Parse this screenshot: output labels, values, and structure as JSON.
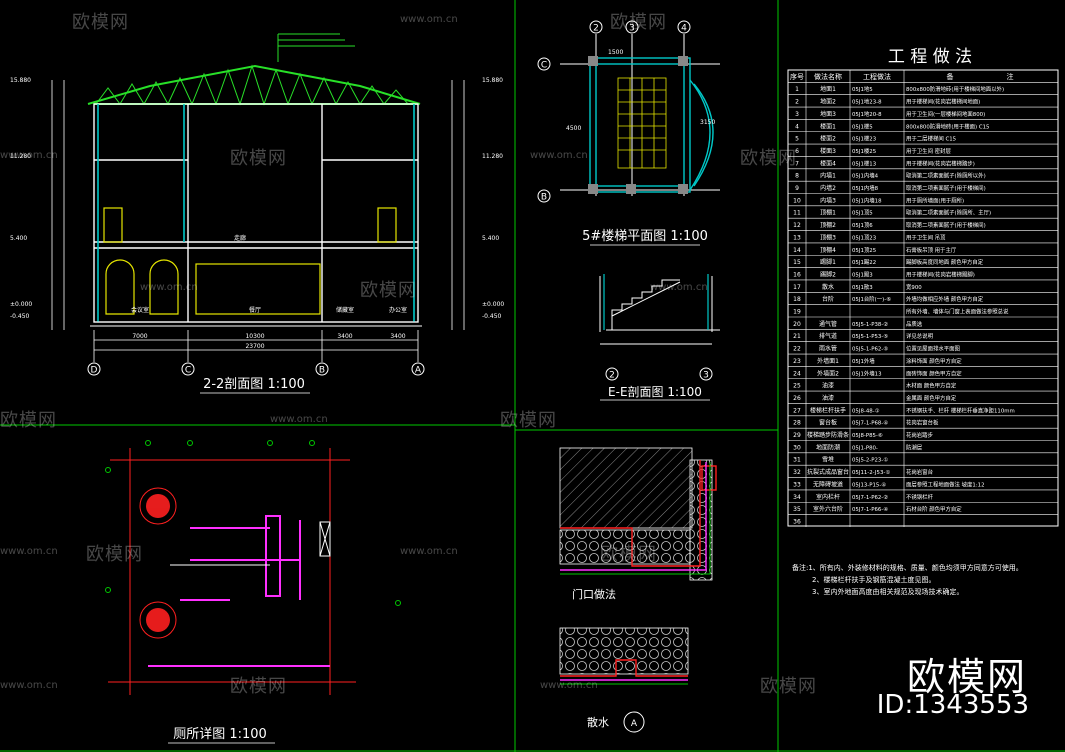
{
  "colors": {
    "bg": "#000000",
    "frame": "#00c800",
    "roof": "#28e028",
    "line": "#ffffff",
    "yellow": "#e6e600",
    "cyan": "#00c8c8",
    "red": "#ff2020",
    "magenta": "#ff30ff",
    "orange": "#ff9a30"
  },
  "titles": {
    "section": "2-2剖面图 1:100",
    "stair": "5#楼梯平面图 1:100",
    "ee": "E-E剖面图 1:100",
    "toilet": "厕所详图 1:100",
    "door": "门口做法",
    "drain": "散水"
  },
  "watermarks": {
    "brand": "欧模网",
    "url": "www.om.cn"
  },
  "branding": {
    "name": "欧模网",
    "id": "ID:1343553"
  },
  "axes": {
    "section": [
      "D",
      "C",
      "B",
      "A"
    ],
    "stair_top": [
      "2",
      "3",
      "4"
    ],
    "stair_side": [
      "C",
      "B"
    ],
    "ee": [
      "2",
      "3"
    ],
    "drain": "A"
  },
  "dims": {
    "section_bottom": [
      "7000",
      "10300",
      "3400",
      "3400"
    ],
    "section_total": "23700",
    "levels": [
      "15.880",
      "11.280",
      "5.400",
      "±0.000",
      "-0.450"
    ],
    "stair": [
      "1500",
      "3150",
      "4500"
    ]
  },
  "rooms": {
    "section": [
      "会议室",
      "餐厅",
      "储藏室",
      "办公室",
      "走廊"
    ]
  },
  "spec": {
    "title": "工 程 做 法",
    "headers": [
      "序号",
      "做法名称",
      "工程做法",
      "备",
      "注"
    ],
    "rows": [
      [
        "1",
        "地面1",
        "05J1地5",
        "800x800防滑地砖(用于楼梯间地面以外)"
      ],
      [
        "2",
        "地面2",
        "05J1地23-8",
        "用于楼梯间(花岗岩楼梯间地面)"
      ],
      [
        "3",
        "地面3",
        "05J1地20-8",
        "用于卫生间(一层楼梯间地面800)"
      ],
      [
        "4",
        "楼面1",
        "05J1楼5",
        "800x800防滑地砖(用于楼面) C15"
      ],
      [
        "5",
        "楼面2",
        "05J1楼23",
        "用于二层楼梯间 C15"
      ],
      [
        "6",
        "楼面3",
        "05J1楼25",
        "用于卫生间 密封层"
      ],
      [
        "7",
        "楼面4",
        "05J1楼13",
        "用于楼梯间(花岗岩楼梯踏步)"
      ],
      [
        "8",
        "内墙1",
        "05J1内墙4",
        "取消第二项素面腻子(除厕所以外)"
      ],
      [
        "9",
        "内墙2",
        "05J1内墙8",
        "取消第二项素面腻子(用于楼梯间)"
      ],
      [
        "10",
        "内墙3",
        "05J1内墙18",
        "用于厕所墙面(用于厕所)"
      ],
      [
        "11",
        "顶棚1",
        "05J1顶5",
        "取消第二项素面腻子(除厕所、主厅)"
      ],
      [
        "12",
        "顶棚2",
        "05J1顶6",
        "取消第二项素面腻子(用于楼梯间)"
      ],
      [
        "13",
        "顶棚3",
        "05J1顶23",
        "用于卫生间 吊顶"
      ],
      [
        "14",
        "顶棚4",
        "05J1顶25",
        "石膏板吊顶 用于主厅"
      ],
      [
        "15",
        "踢脚1",
        "05J1踢22",
        "踢脚板高度同地面 颜色甲方自定"
      ],
      [
        "16",
        "踢脚2",
        "05J1踢3",
        "用于楼梯间(花岗岩楼梯踢脚)"
      ],
      [
        "17",
        "散水",
        "05J1散3",
        "宽900"
      ],
      [
        "18",
        "台阶",
        "05J1台阶(一)-⑥",
        "外墙均做相应外墙 颜色甲方自定"
      ],
      [
        "19",
        "",
        "",
        "所有外墙、墙体与门窗上表面做法参照总说"
      ],
      [
        "20",
        "通气管",
        "05J5-1-P38-②",
        "品质选"
      ],
      [
        "21",
        "排气道",
        "05J5-1-P53-⑤",
        "详见总说明"
      ],
      [
        "22",
        "雨水管",
        "05J5-1-P62-⑤",
        "位置见屋面排水平面图"
      ],
      [
        "23",
        "外墙面1",
        "05J1外墙",
        "涂料饰面 颜色甲方自定"
      ],
      [
        "24",
        "外墙面2",
        "05J1外墙13",
        "面砖饰面 颜色甲方自定"
      ],
      [
        "25",
        "油漆",
        "",
        "木材面 颜色甲方自定"
      ],
      [
        "26",
        "油漆",
        "",
        "金属面 颜色甲方自定"
      ],
      [
        "27",
        "楼梯栏杆扶手",
        "05J8-48-①",
        "不锈钢扶手、栏杆 楼梯栏杆垂直净距110mm"
      ],
      [
        "28",
        "窗台板",
        "05J7-1-P68-④",
        "花岗岩窗台板"
      ],
      [
        "29",
        "楼梯踏步防滑条",
        "05J8-P85-⑥",
        "花岗岩踏步"
      ],
      [
        "30",
        "地面防潮",
        "05J1-P80-",
        "防潮层"
      ],
      [
        "31",
        "雪堆",
        "05J5-2-P23-①",
        ""
      ],
      [
        "32",
        "抗裂式成品窗台",
        "05J11-2-J53-①",
        "花岗岩窗台"
      ],
      [
        "33",
        "无障碍坡道",
        "05J13-P15-④",
        "面层参照工程地面做法 坡度1:12"
      ],
      [
        "34",
        "室内栏杆",
        "05J7-1-P62-②",
        "不锈钢栏杆"
      ],
      [
        "35",
        "室外六台阶",
        "05J7-1-P66-④",
        "石材台阶 颜色甲方自定"
      ],
      [
        "36",
        "",
        "",
        ""
      ]
    ],
    "notes": [
      "备注:1、所有内、外装修材料的规格、质量、颜色均须甲方同意方可使用。",
      "2、楼梯栏杆扶手及钢筋混凝土度见图。",
      "3、室内外地面高度由相关规范及现场技术确定。"
    ]
  }
}
